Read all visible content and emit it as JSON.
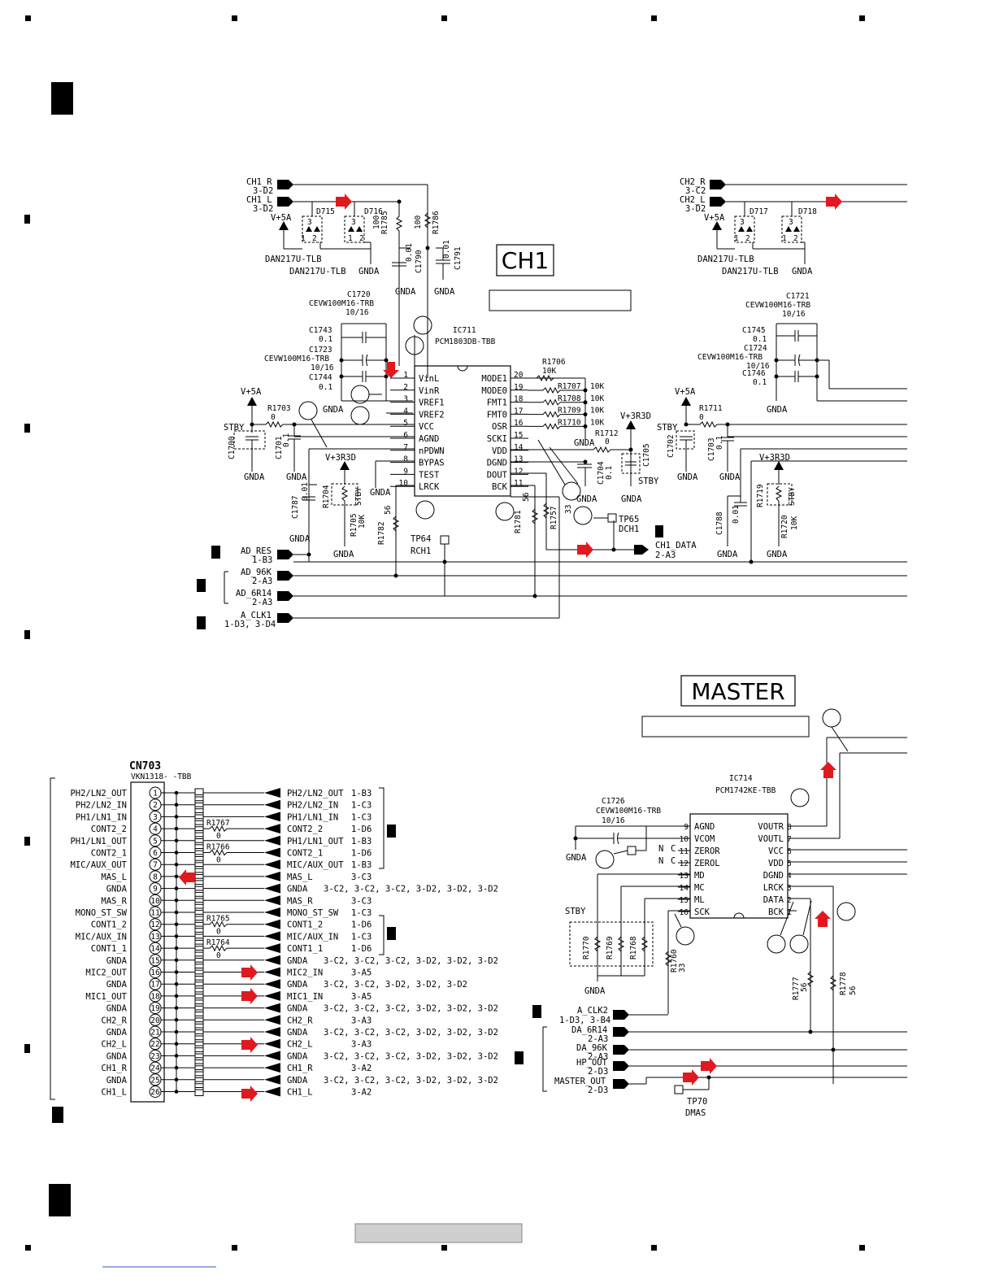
{
  "sections": {
    "ch1_title": "CH1",
    "master_title": "MASTER"
  },
  "ch1": {
    "inputs": [
      {
        "net": "CH1_R",
        "ref": "3-D2"
      },
      {
        "net": "CH1_L",
        "ref": "3-D2"
      }
    ],
    "supply_v5a": "V+5A",
    "diodes": [
      {
        "ref": "D715"
      },
      {
        "ref": "D716"
      }
    ],
    "diode_pins": [
      "3",
      "1",
      "2"
    ],
    "diode_parts": [
      "DAN217U-TLB",
      "DAN217U-TLB"
    ],
    "r1785": {
      "ref": "R1785",
      "val": "100"
    },
    "r1786": {
      "ref": "R1786",
      "val": "100"
    },
    "c1790": {
      "ref": "C1790",
      "val": "0.01"
    },
    "c1791": {
      "ref": "C1791",
      "val": "0.01"
    },
    "gnda": "GNDA",
    "c1720": {
      "ref": "C1720",
      "part": "CEVW100M16-TRB",
      "val": "10/16"
    },
    "c1743": {
      "ref": "C1743",
      "val": "0.1"
    },
    "c1723": {
      "ref": "C1723",
      "part": "CEVW100M16-TRB",
      "val": "10/16"
    },
    "c1744": {
      "ref": "C1744",
      "val": "0.1"
    },
    "ic": {
      "ref": "IC711",
      "part": "PCM1803DB-TBB",
      "left_pins": [
        {
          "num": "1",
          "name": "VinL"
        },
        {
          "num": "2",
          "name": "VinR"
        },
        {
          "num": "3",
          "name": "VREF1"
        },
        {
          "num": "4",
          "name": "VREF2"
        },
        {
          "num": "5",
          "name": "VCC"
        },
        {
          "num": "6",
          "name": "AGND"
        },
        {
          "num": "7",
          "name": "nPDWN"
        },
        {
          "num": "8",
          "name": "BYPAS"
        },
        {
          "num": "9",
          "name": "TEST"
        },
        {
          "num": "10",
          "name": "LRCK"
        }
      ],
      "right_pins": [
        {
          "num": "20",
          "name": "MODE1"
        },
        {
          "num": "19",
          "name": "MODE0"
        },
        {
          "num": "18",
          "name": "FMT1"
        },
        {
          "num": "17",
          "name": "FMT0"
        },
        {
          "num": "16",
          "name": "OSR"
        },
        {
          "num": "15",
          "name": "SCKI"
        },
        {
          "num": "14",
          "name": "VDD"
        },
        {
          "num": "13",
          "name": "DGND"
        },
        {
          "num": "12",
          "name": "DOUT"
        },
        {
          "num": "11",
          "name": "BCK"
        }
      ]
    },
    "r1706": {
      "ref": "R1706",
      "val": "10K"
    },
    "r_bank": [
      {
        "ref": "R1707",
        "val": "10K"
      },
      {
        "ref": "R1708",
        "val": "10K"
      },
      {
        "ref": "R1709",
        "val": "10K"
      },
      {
        "ref": "R1710",
        "val": "10K"
      }
    ],
    "r1712": {
      "ref": "R1712",
      "val": "0"
    },
    "v3r3d": "V+3R3D",
    "c1705": {
      "ref": "C1705"
    },
    "c1704": {
      "ref": "C1704",
      "val": "0.1"
    },
    "stby": "STBY",
    "r1703": {
      "ref": "R1703",
      "val": "0"
    },
    "c1700": {
      "ref": "C1700"
    },
    "c1701": {
      "ref": "C1701",
      "val": "0.1"
    },
    "c1787": {
      "ref": "C1787",
      "val": "0.01"
    },
    "r1704": {
      "ref": "R1704"
    },
    "r1705": {
      "ref": "R1705",
      "val": "10K"
    },
    "r1782": {
      "ref": "R1782",
      "val": "56"
    },
    "r1781": {
      "ref": "R1781",
      "val": "56"
    },
    "r1757": {
      "ref": "R1757",
      "val": "33"
    },
    "tp64": {
      "ref": "TP64",
      "label": "RCH1"
    },
    "tp65": {
      "ref": "TP65",
      "label": "DCH1"
    },
    "ch1_data": {
      "net": "CH1_DATA",
      "ref": "2-A3"
    },
    "left_ports": [
      {
        "net": "AD_RES",
        "ref": "1-B3"
      },
      {
        "net": "AD_96K",
        "ref": "2-A3"
      },
      {
        "net": "AD_6R14",
        "ref": "2-A3"
      },
      {
        "net": "A_CLK1",
        "ref": "1-D3, 3-D4"
      }
    ]
  },
  "ch2": {
    "inputs": [
      {
        "net": "CH2_R",
        "ref": "3-C2"
      },
      {
        "net": "CH2_L",
        "ref": "3-D2"
      }
    ],
    "diodes": [
      {
        "ref": "D717"
      },
      {
        "ref": "D718"
      }
    ],
    "c1721": {
      "ref": "C1721",
      "part": "CEVW100M16-TRB",
      "val": "10/16"
    },
    "c1745": {
      "ref": "C1745",
      "val": "0.1"
    },
    "c1724": {
      "ref": "C1724",
      "part": "CEVW100M16-TRB",
      "val": "10/16"
    },
    "c1746": {
      "ref": "C1746",
      "val": "0.1"
    },
    "r1711": {
      "ref": "R1711",
      "val": "0"
    },
    "c1702": {
      "ref": "C1702"
    },
    "c1703": {
      "ref": "C1703",
      "val": "0.1"
    },
    "c1788": {
      "ref": "C1788",
      "val": "0.01"
    },
    "r1719": {
      "ref": "R1719"
    },
    "r1720": {
      "ref": "R1720",
      "val": "10K"
    }
  },
  "cn703": {
    "ref": "CN703",
    "part": "VKN1318-  -TBB",
    "rows": [
      {
        "pin": "1",
        "label": "PH2/LN2_OUT",
        "net": "PH2/LN2_OUT",
        "ref": "1-B3"
      },
      {
        "pin": "2",
        "label": "PH2/LN2_IN",
        "net": "PH2/LN2_IN",
        "ref": "1-C3"
      },
      {
        "pin": "3",
        "label": "PH1/LN1_IN",
        "net": "PH1/LN1_IN",
        "ref": "1-C3"
      },
      {
        "pin": "4",
        "label": "CONT2_2",
        "net": "CONT2_2",
        "ref": "1-D6"
      },
      {
        "pin": "5",
        "label": "PH1/LN1_OUT",
        "net": "PH1/LN1_OUT",
        "ref": "1-B3"
      },
      {
        "pin": "6",
        "label": "CONT2_1",
        "net": "CONT2_1",
        "ref": "1-D6"
      },
      {
        "pin": "7",
        "label": "MIC/AUX_OUT",
        "net": "MIC/AUX_OUT",
        "ref": "1-B3"
      },
      {
        "pin": "8",
        "label": "MAS_L",
        "net": "MAS_L",
        "ref": "3-C3"
      },
      {
        "pin": "9",
        "label": "GNDA",
        "net": "GNDA",
        "ref": "3-C2, 3-C2, 3-C2, 3-D2, 3-D2, 3-D2"
      },
      {
        "pin": "10",
        "label": "MAS_R",
        "net": "MAS_R",
        "ref": "3-C3"
      },
      {
        "pin": "11",
        "label": "MONO_ST_SW",
        "net": "MONO_ST_SW",
        "ref": "1-C3"
      },
      {
        "pin": "12",
        "label": "CONT1_2",
        "net": "CONT1_2",
        "ref": "1-D6"
      },
      {
        "pin": "13",
        "label": "MIC/AUX_IN",
        "net": "MIC/AUX_IN",
        "ref": "1-C3"
      },
      {
        "pin": "14",
        "label": "CONT1_1",
        "net": "CONT1_1",
        "ref": "1-D6"
      },
      {
        "pin": "15",
        "label": "GNDA",
        "net": "GNDA",
        "ref": "3-C2, 3-C2, 3-C2, 3-D2, 3-D2, 3-D2"
      },
      {
        "pin": "16",
        "label": "MIC2_OUT",
        "net": "MIC2_IN",
        "ref": "3-A5"
      },
      {
        "pin": "17",
        "label": "GNDA",
        "net": "GNDA",
        "ref": "3-C2, 3-C2, 3-D2, 3-D2, 3-D2"
      },
      {
        "pin": "18",
        "label": "MIC1_OUT",
        "net": "MIC1_IN",
        "ref": "3-A5"
      },
      {
        "pin": "19",
        "label": "GNDA",
        "net": "GNDA",
        "ref": "3-C2, 3-C2, 3-C2, 3-D2, 3-D2, 3-D2"
      },
      {
        "pin": "20",
        "label": "CH2_R",
        "net": "CH2_R",
        "ref": "3-A3"
      },
      {
        "pin": "21",
        "label": "GNDA",
        "net": "GNDA",
        "ref": "3-C2, 3-C2, 3-C2, 3-D2, 3-D2, 3-D2"
      },
      {
        "pin": "22",
        "label": "CH2_L",
        "net": "CH2_L",
        "ref": "3-A3"
      },
      {
        "pin": "23",
        "label": "GNDA",
        "net": "GNDA",
        "ref": "3-C2, 3-C2, 3-C2, 3-D2, 3-D2, 3-D2"
      },
      {
        "pin": "24",
        "label": "CH1_R",
        "net": "CH1_R",
        "ref": "3-A2"
      },
      {
        "pin": "25",
        "label": "GNDA",
        "net": "GNDA",
        "ref": "3-C2, 3-C2, 3-C2, 3-D2, 3-D2, 3-D2"
      },
      {
        "pin": "26",
        "label": "CH1_L",
        "net": "CH1_L",
        "ref": "3-A2"
      }
    ],
    "resistors": [
      {
        "ref": "R1767",
        "val": "0"
      },
      {
        "ref": "R1766",
        "val": "0"
      },
      {
        "ref": "R1765",
        "val": "0"
      },
      {
        "ref": "R1764",
        "val": "0"
      }
    ]
  },
  "master": {
    "ic": {
      "ref": "IC714",
      "part": "PCM1742KE-TBB",
      "left_pins": [
        {
          "num": "9",
          "name": "AGND"
        },
        {
          "num": "10",
          "name": "VCOM"
        },
        {
          "num": "11",
          "name": "ZEROR"
        },
        {
          "num": "12",
          "name": "ZEROL"
        },
        {
          "num": "13",
          "name": "MD"
        },
        {
          "num": "14",
          "name": "MC"
        },
        {
          "num": "15",
          "name": "ML"
        },
        {
          "num": "16",
          "name": "SCK"
        }
      ],
      "right_pins": [
        {
          "num": "8",
          "name": "VOUTR"
        },
        {
          "num": "7",
          "name": "VOUTL"
        },
        {
          "num": "6",
          "name": "VCC"
        },
        {
          "num": "5",
          "name": "VDD"
        },
        {
          "num": "4",
          "name": "DGND"
        },
        {
          "num": "3",
          "name": "LRCK"
        },
        {
          "num": "2",
          "name": "DATA"
        },
        {
          "num": "1",
          "name": "BCK"
        }
      ]
    },
    "c1726": {
      "ref": "C1726",
      "part": "CEVW100M16-TRB",
      "val": "10/16"
    },
    "nc": [
      "N",
      "C",
      "N",
      "C"
    ],
    "stby": "STBY",
    "r_bank": [
      {
        "ref": "R1770"
      },
      {
        "ref": "R1769"
      },
      {
        "ref": "R1768"
      }
    ],
    "r1760": {
      "ref": "R1760",
      "val": "33"
    },
    "r1777": {
      "ref": "R1777",
      "val": "56"
    },
    "r1778": {
      "ref": "R1778",
      "val": "56"
    },
    "gnda": "GNDA",
    "tp70": {
      "ref": "TP70",
      "label": "DMAS"
    },
    "left_ports": [
      {
        "net": "A_CLK2",
        "ref": "1-D3, 3-B4"
      },
      {
        "net": "DA_6R14",
        "ref": "2-A3"
      },
      {
        "net": "DA_96K",
        "ref": "2-A3"
      },
      {
        "net": "HP_OUT",
        "ref": "2-D3"
      },
      {
        "net": "MASTER_OUT",
        "ref": "2-D3"
      }
    ]
  }
}
